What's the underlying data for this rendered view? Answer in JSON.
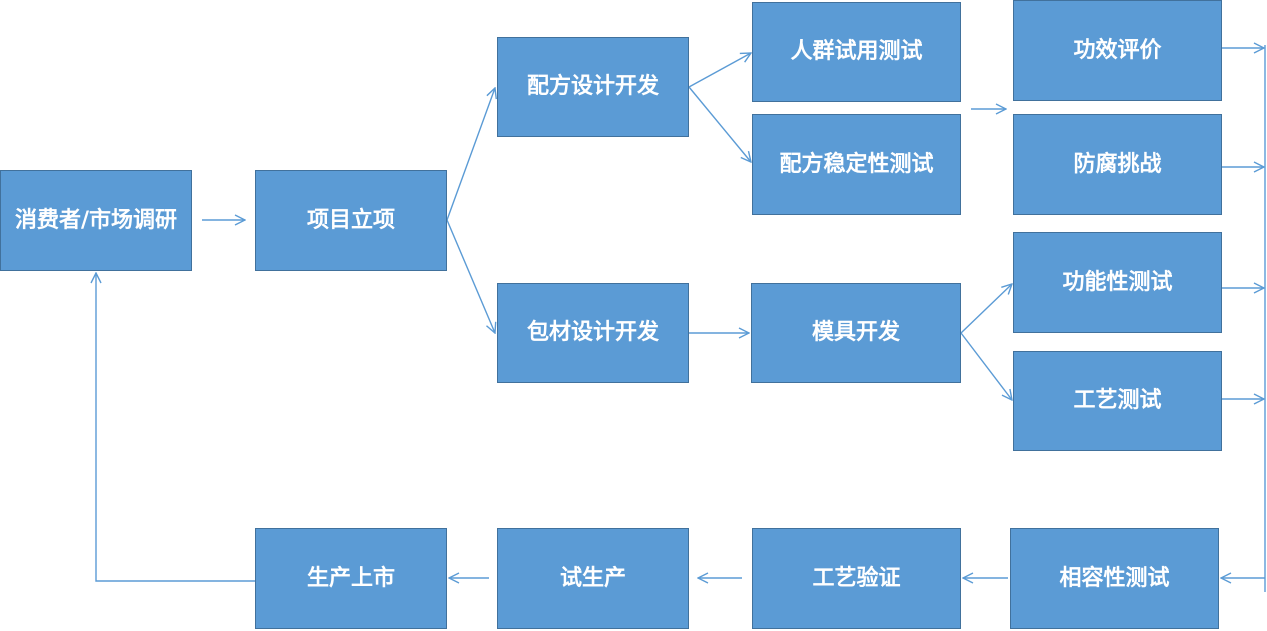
{
  "nodes": {
    "research": "消费者/市场调研",
    "project_init": "项目立项",
    "formula_dev": "配方设计开发",
    "pack_dev": "包材设计开发",
    "human_trial": "人群试用测试",
    "formula_stability": "配方稳定性测试",
    "mold_dev": "模具开发",
    "efficacy": "功效评价",
    "preservative": "防腐挑战",
    "functional": "功能性测试",
    "process_test": "工艺测试",
    "compatibility": "相容性测试",
    "process_verify": "工艺验证",
    "trial_production": "试生产",
    "launch": "生产上市"
  },
  "colors": {
    "box_fill": "#5b9bd5",
    "box_border": "#41719c",
    "connector": "#5b9bd5",
    "text": "#ffffff"
  }
}
